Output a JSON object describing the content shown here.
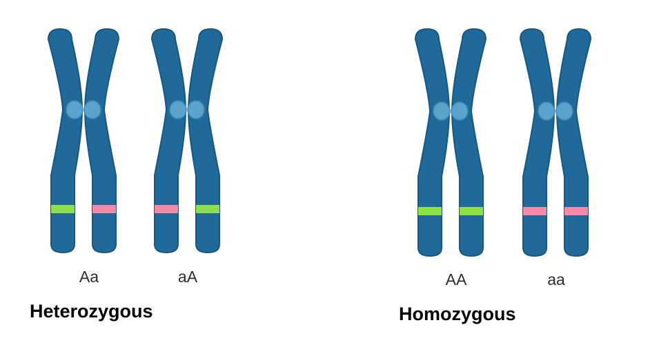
{
  "colors": {
    "chromatid": "#1f6a9a",
    "chromatid_outline": "#17577f",
    "centromere": "#5aa3cc",
    "centromere_outline": "#3d87b1",
    "allele_dominant": "#8ee04a",
    "allele_recessive": "#f58aa6"
  },
  "groups": [
    {
      "heading": "Heterozygous",
      "pairs": [
        {
          "genotype": "Aa",
          "alleles": [
            "dominant",
            "recessive"
          ]
        },
        {
          "genotype": "aA",
          "alleles": [
            "recessive",
            "dominant"
          ]
        }
      ]
    },
    {
      "heading": "Homozygous",
      "pairs": [
        {
          "genotype": "AA",
          "alleles": [
            "dominant",
            "dominant"
          ]
        },
        {
          "genotype": "aa",
          "alleles": [
            "recessive",
            "recessive"
          ]
        }
      ]
    }
  ]
}
